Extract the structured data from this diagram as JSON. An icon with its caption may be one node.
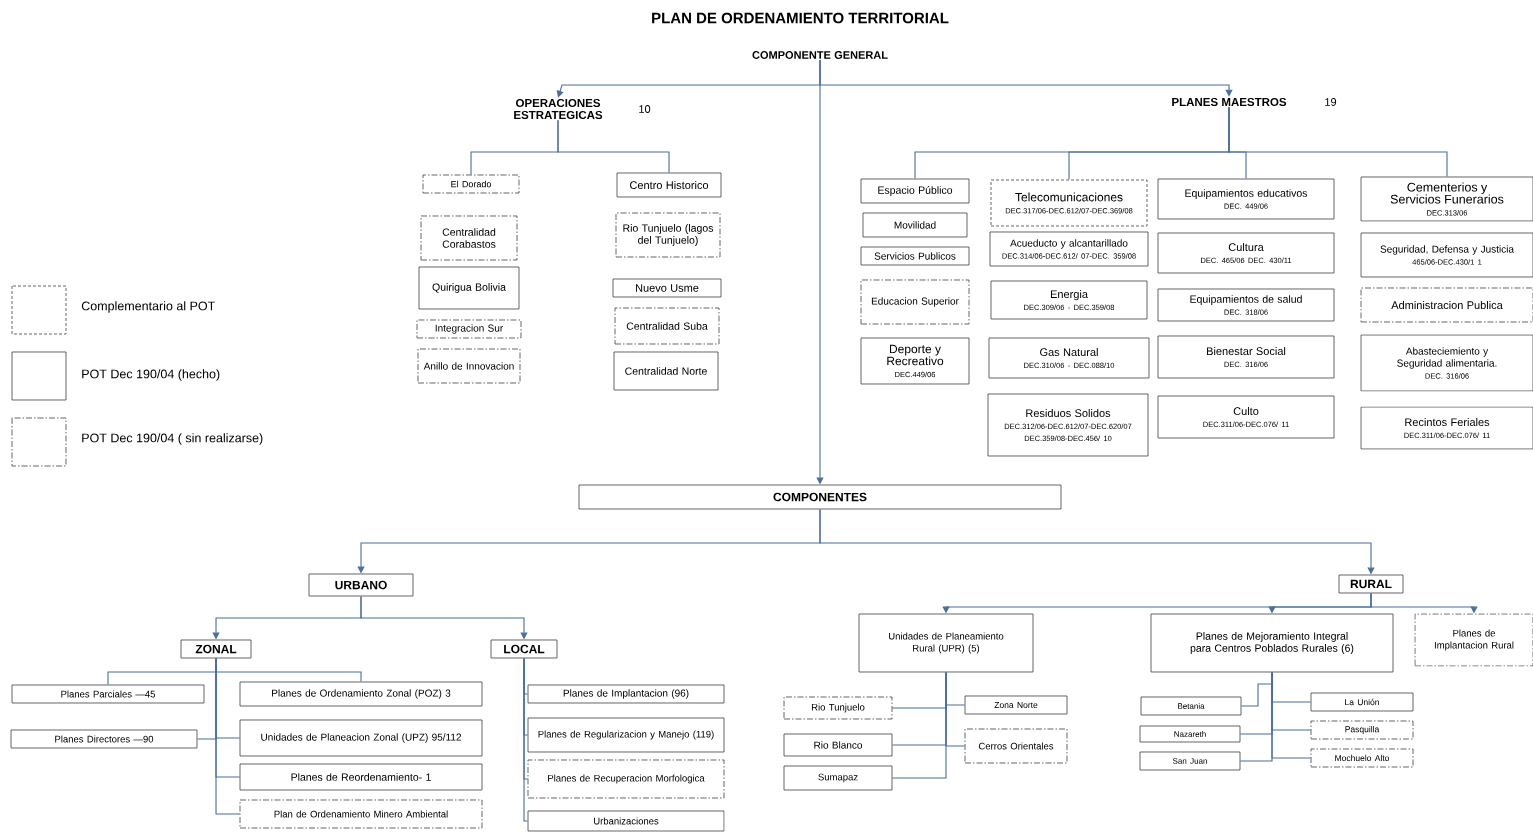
{
  "diagram": {
    "title": "PLAN DE ORDENAMIENTO TERRITORIAL",
    "nodes": [
      {
        "text": [
          "COMPONENTE GENERAL"
        ]
      },
      {
        "text": [
          "OPERACIONES ESTRATEGICAS"
        ],
        "beside": [
          "10"
        ]
      },
      {
        "text": [
          "PLANES MAESTROS"
        ],
        "beside": [
          "19"
        ]
      },
      {
        "text": [
          "El Dorado"
        ]
      },
      {
        "text": [
          "Centralidad Corabastos"
        ]
      },
      {
        "text": [
          "Quirigua Bolivia"
        ]
      },
      {
        "text": [
          "Integracion Sur"
        ]
      },
      {
        "text": [
          "Anillo de Innovacion"
        ]
      },
      {
        "text": [
          "Centro Historico"
        ]
      },
      {
        "text": [
          "Rio Tunjuelo (lagos del Tunjuelo)"
        ]
      },
      {
        "text": [
          "Nuevo Usme"
        ]
      },
      {
        "text": [
          "Centralidad Suba"
        ]
      },
      {
        "text": [
          "Centralidad Norte"
        ]
      },
      {
        "text": [
          "Espacio Público"
        ]
      },
      {
        "text": [
          "Movilidad"
        ]
      },
      {
        "text": [
          "Servicios Publicos"
        ]
      },
      {
        "text": [
          "Educacion Superior"
        ]
      },
      {
        "text": [
          "Deporte y Recreativo",
          "DEC.449/06"
        ]
      },
      {
        "text": [
          "Telecomunicaciones",
          "DEC.317/06-DEC.612/07-DEC.369/08"
        ]
      },
      {
        "text": [
          "Acueducto y alcantarillado",
          "DEC.314/06-DEC.612/ 07-DEC. 359/08"
        ]
      },
      {
        "text": [
          "Energia",
          "DEC.309/06 - DEC.359/08"
        ]
      },
      {
        "text": [
          "Gas Natural",
          "DEC.310/06 - DEC.088/10"
        ]
      },
      {
        "text": [
          "Residuos Solidos",
          "DEC.312/06-DEC.612/07-DEC.620/07",
          "DEC.359/08-DEC.456/ 10"
        ]
      },
      {
        "text": [
          "Equipamientos educativos",
          "DEC. 449/06"
        ]
      },
      {
        "text": [
          "Cultura",
          "DEC. 465/06 DEC. 430/11"
        ]
      },
      {
        "text": [
          "Equipamientos de salud",
          "DEC. 318/06"
        ]
      },
      {
        "text": [
          "Bienestar Social",
          "DEC. 316/06"
        ]
      },
      {
        "text": [
          "Culto",
          "DEC.311/06-DEC.076/ 11"
        ]
      },
      {
        "text": [
          "Cementerios y Servicios Funerarios",
          "DEC.313/06"
        ]
      },
      {
        "text": [
          "Seguridad, Defensa y Justicia",
          "465/06-DEC.430/1 1"
        ]
      },
      {
        "text": [
          "Administracion Publica"
        ]
      },
      {
        "text": [
          "Abasteciemiento y Seguridad alimentaria.",
          "DEC. 316/06"
        ]
      },
      {
        "text": [
          "Recintos Feriales",
          "DEC.311/06-DEC.076/ 11"
        ]
      },
      {
        "text": [
          "COMPONENTES"
        ]
      },
      {
        "text": [
          "URBANO"
        ]
      },
      {
        "text": [
          "RURAL"
        ]
      },
      {
        "text": [
          "ZONAL"
        ]
      },
      {
        "text": [
          "LOCAL"
        ]
      },
      {
        "text": [
          "Planes Parciales —45"
        ]
      },
      {
        "text": [
          "Planes Directores —90"
        ]
      },
      {
        "text": [
          "Planes de Ordenamiento Zonal (POZ) 3"
        ]
      },
      {
        "text": [
          "Unidades de Planeacion Zonal (UPZ) 95/112"
        ]
      },
      {
        "text": [
          "Planes de Reordenamiento- 1"
        ]
      },
      {
        "text": [
          "Plan de Ordenamiento Minero Ambiental"
        ]
      },
      {
        "text": [
          "Planes de Implantacion (96)"
        ]
      },
      {
        "text": [
          "Planes de Regularizacion y Manejo (119)"
        ]
      },
      {
        "text": [
          "Planes de Recuperacion Morfologica"
        ]
      },
      {
        "text": [
          "Urbanizaciones"
        ]
      },
      {
        "text": [
          "Unidades de Planeamiento Rural (UPR) (5)"
        ]
      },
      {
        "text": [
          "Planes de Mejoramiento Integral para Centros Poblados Rurales (6)"
        ]
      },
      {
        "text": [
          "Planes de Implantacion Rural"
        ]
      },
      {
        "text": [
          "Rio Tunjuelo"
        ]
      },
      {
        "text": [
          "Rio Blanco"
        ]
      },
      {
        "text": [
          "Sumapaz"
        ]
      },
      {
        "text": [
          "Zona Norte"
        ]
      },
      {
        "text": [
          "Cerros Orientales"
        ]
      },
      {
        "text": [
          "Betania"
        ]
      },
      {
        "text": [
          "Nazareth"
        ]
      },
      {
        "text": [
          "San Juan"
        ]
      },
      {
        "text": [
          "La Unión"
        ]
      },
      {
        "text": [
          "Pasquilla"
        ]
      },
      {
        "text": [
          "Mochuelo Alto"
        ]
      }
    ],
    "edges": [
      {
        "from": 0,
        "to": 1,
        "arrow": "to"
      },
      {
        "from": 0,
        "to": 2,
        "arrow": "to"
      },
      {
        "from": 0,
        "to": 33,
        "arrow": "to"
      },
      {
        "from": 1,
        "to": 3,
        "arrow": "none"
      },
      {
        "from": 1,
        "to": 8,
        "arrow": "none"
      },
      {
        "from": 2,
        "to": 13,
        "arrow": "none"
      },
      {
        "from": 2,
        "to": 18,
        "arrow": "none"
      },
      {
        "from": 2,
        "to": 23,
        "arrow": "none"
      },
      {
        "from": 2,
        "to": 28,
        "arrow": "none"
      },
      {
        "from": 33,
        "to": 34,
        "arrow": "to"
      },
      {
        "from": 33,
        "to": 35,
        "arrow": "to"
      },
      {
        "from": 34,
        "to": 36,
        "arrow": "to"
      },
      {
        "from": 34,
        "to": 37,
        "arrow": "to"
      },
      {
        "from": 36,
        "to": 38,
        "arrow": "none"
      },
      {
        "from": 36,
        "to": 39,
        "arrow": "none"
      },
      {
        "from": 36,
        "to": 40,
        "arrow": "none"
      },
      {
        "from": 36,
        "to": 41,
        "arrow": "none"
      },
      {
        "from": 36,
        "to": 42,
        "arrow": "none"
      },
      {
        "from": 36,
        "to": 43,
        "arrow": "none"
      },
      {
        "from": 37,
        "to": 44,
        "arrow": "none"
      },
      {
        "from": 37,
        "to": 45,
        "arrow": "none"
      },
      {
        "from": 37,
        "to": 46,
        "arrow": "none"
      },
      {
        "from": 37,
        "to": 47,
        "arrow": "none"
      },
      {
        "from": 35,
        "to": 48,
        "arrow": "to"
      },
      {
        "from": 35,
        "to": 49,
        "arrow": "to"
      },
      {
        "from": 35,
        "to": 50,
        "arrow": "to"
      },
      {
        "from": 48,
        "to": 51,
        "arrow": "none"
      },
      {
        "from": 48,
        "to": 52,
        "arrow": "none"
      },
      {
        "from": 48,
        "to": 53,
        "arrow": "none"
      },
      {
        "from": 48,
        "to": 54,
        "arrow": "none"
      },
      {
        "from": 48,
        "to": 55,
        "arrow": "none"
      },
      {
        "from": 49,
        "to": 56,
        "arrow": "none"
      },
      {
        "from": 49,
        "to": 57,
        "arrow": "none"
      },
      {
        "from": 49,
        "to": 58,
        "arrow": "none"
      },
      {
        "from": 49,
        "to": 59,
        "arrow": "none"
      },
      {
        "from": 49,
        "to": 60,
        "arrow": "none"
      },
      {
        "from": 49,
        "to": 61,
        "arrow": "none"
      }
    ],
    "legend": [
      {
        "text": "Complementario  al POT"
      },
      {
        "text": "POT Dec 190/04 (hecho)"
      },
      {
        "text": "POT Dec 190/04 ( sin realizarse)"
      }
    ]
  }
}
